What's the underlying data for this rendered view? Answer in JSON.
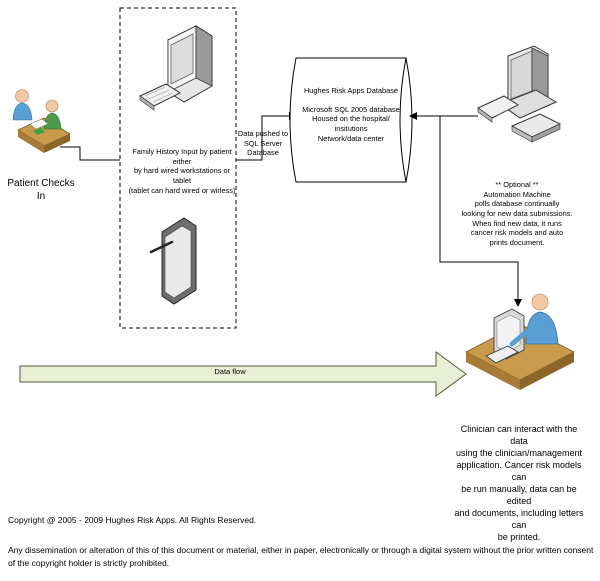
{
  "patient": {
    "label": "Patient Checks In"
  },
  "family_history": {
    "lines": [
      "Family History Input by patient either",
      "by hard wired workstations or tablet",
      "(tablet can hard wired or wirless)"
    ]
  },
  "data_push": {
    "lines": [
      "Data pushed to",
      "SQL Server",
      "Database"
    ]
  },
  "database": {
    "title": "Hughes Risk Apps Database",
    "lines": [
      "Microsoft SQL 2005 database",
      "Housed on the hospital/",
      "insitutions",
      "Network/data center"
    ]
  },
  "automation": {
    "lines": [
      "** Optional **",
      "Automation Machine",
      "polls database continually",
      "looking for new data submissions.",
      "When find new data, it runs",
      "cancer risk models and auto",
      "prints document."
    ]
  },
  "data_flow": {
    "label": "Data flow"
  },
  "clinician": {
    "lines": [
      "Clinician can interact with the data",
      "using the clinician/management",
      "application.  Cancer risk models can",
      "be run manually, data can be edited",
      "and documents, including letters can",
      "be printed."
    ]
  },
  "copyright": "Copyright @ 2005 - 2009 Hughes Risk Apps.  All Rights Reserved.",
  "notice": "Any dissemination or alteration of this of this document or material, either in paper, electronically or through a digital system without the prior written consent of the copyright holder is strictly prohibited.",
  "colors": {
    "arrow_fill": "#e9efd6",
    "arrow_stroke": "#4f5b3a",
    "skin": "#f2c9a4",
    "shirt": "#5a9fd4",
    "desk": "#c89a4c"
  }
}
